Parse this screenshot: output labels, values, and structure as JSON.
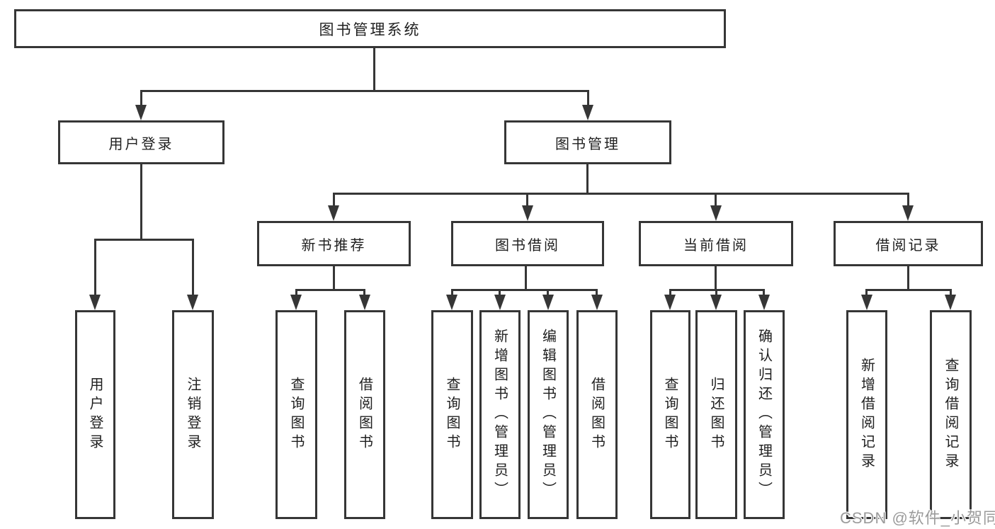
{
  "colors": {
    "background": "#ffffff",
    "line": "#363636",
    "box_border": "#363636",
    "text": "#1f1f1f",
    "watermark_text": "#9b9b9b"
  },
  "watermark": "CSDN @软件_小贺同学",
  "nodes": {
    "root": "图书管理系统",
    "level2": [
      "用户登录",
      "图书管理"
    ],
    "level3": [
      "新书推荐",
      "图书借阅",
      "当前借阅",
      "借阅记录"
    ],
    "login_children": [
      "用户登录",
      "注销登录"
    ],
    "newbook_children": [
      "查询图书",
      "借阅图书"
    ],
    "borrow_children": [
      "查询图书",
      "新增图书（管理员）",
      "编辑图书（管理员）",
      "借阅图书"
    ],
    "current_children": [
      "查询图书",
      "归还图书",
      "确认归还（管理员）"
    ],
    "records_children": [
      "新增借阅记录",
      "查询借阅记录"
    ]
  }
}
